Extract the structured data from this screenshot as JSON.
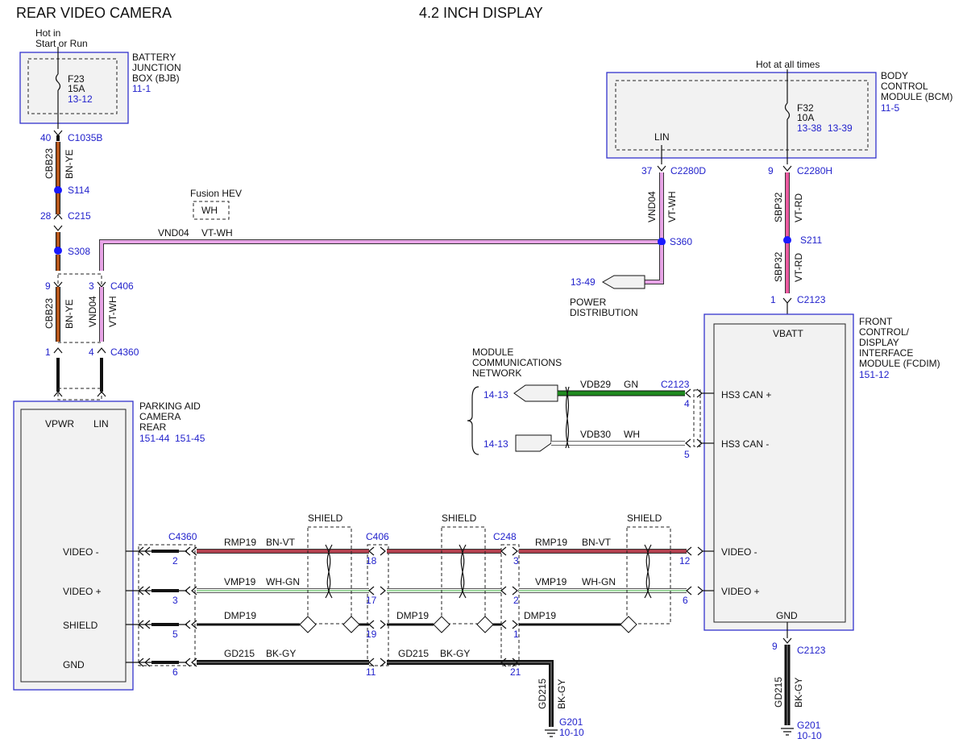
{
  "titles": {
    "left": "REAR VIDEO CAMERA",
    "center": "4.2 INCH DISPLAY"
  },
  "colors": {
    "bn_ye": "#b8581c",
    "vt_wh": "#e7a4e6",
    "vt_rd": "#ea5aa0",
    "bn_vt": "#b3414f",
    "wh_gn": "#7cc77c",
    "gn": "#1f8a1f",
    "box_border": "#3333cc",
    "ref_blue": "#2222cc"
  },
  "bjb": {
    "hot_label_1": "Hot in",
    "hot_label_2": "Start or Run",
    "name": [
      "BATTERY",
      "JUNCTION",
      "BOX (BJB)"
    ],
    "ref": "11-1",
    "fuse_id": "F23",
    "fuse_amp": "15A",
    "fuse_ref": "13-12"
  },
  "bcm": {
    "hot_label": "Hot at all times",
    "name": [
      "BODY",
      "CONTROL",
      "MODULE (BCM)"
    ],
    "ref": "11-5",
    "fuse_id": "F32",
    "fuse_amp": "10A",
    "fuse_ref1": "13-38",
    "fuse_ref2": "13-39",
    "lin_label": "LIN"
  },
  "connectors": {
    "c1035b": {
      "pin": "40",
      "name": "C1035B"
    },
    "c215": {
      "pin": "28",
      "name": "C215"
    },
    "c406_top": {
      "pin_left": "9",
      "pin_right": "3",
      "name": "C406"
    },
    "c4360_top": {
      "pin_left": "1",
      "pin_right": "4",
      "name": "C4360"
    },
    "c2280d": {
      "pin": "37",
      "name": "C2280D"
    },
    "c2280h": {
      "pin": "9",
      "name": "C2280H"
    },
    "c2123_top": {
      "pin": "1",
      "name": "C2123"
    },
    "c2123_can": {
      "name": "C2123",
      "pin_hi": "4",
      "pin_lo": "5"
    },
    "c2123_gnd": {
      "pin": "9",
      "name": "C2123"
    },
    "c4360_bot": {
      "name": "C4360",
      "pins": [
        "2",
        "3",
        "5",
        "6"
      ]
    },
    "c406_bot": {
      "name": "C406",
      "pins": [
        "18",
        "17",
        "19",
        "11"
      ]
    },
    "c248": {
      "name": "C248",
      "pins": [
        "3",
        "2",
        "1",
        "21"
      ]
    },
    "fcdim_video": {
      "pins": [
        "12",
        "6"
      ]
    }
  },
  "splices": {
    "s114": "S114",
    "s308": "S308",
    "s360": "S360",
    "s211": "S211"
  },
  "wires": {
    "cbb23": {
      "circuit": "CBB23",
      "color": "BN-YE"
    },
    "vnd04": {
      "circuit": "VND04",
      "color": "VT-WH"
    },
    "sbp32": {
      "circuit": "SBP32",
      "color": "VT-RD"
    },
    "vdb29": {
      "circuit": "VDB29",
      "color": "GN"
    },
    "vdb30": {
      "circuit": "VDB30",
      "color": "WH"
    },
    "rmp19": {
      "circuit": "RMP19",
      "color": "BN-VT"
    },
    "vmp19": {
      "circuit": "VMP19",
      "color": "WH-GN"
    },
    "dmp19": {
      "circuit": "DMP19"
    },
    "gd215": {
      "circuit": "GD215",
      "color": "BK-GY"
    }
  },
  "fusion_hev": {
    "label": "Fusion HEV",
    "wire": "WH"
  },
  "power_distribution": {
    "ref": "13-49",
    "label1": "POWER",
    "label2": "DISTRIBUTION"
  },
  "network": {
    "label": [
      "MODULE",
      "COMMUNICATIONS",
      "NETWORK"
    ],
    "ref_hi": "14-13",
    "ref_lo": "14-13"
  },
  "camera": {
    "name": [
      "PARKING AID",
      "CAMERA",
      "REAR"
    ],
    "ref1": "151-44",
    "ref2": "151-45",
    "pins": {
      "vpwr": "VPWR",
      "lin": "LIN",
      "video_minus": "VIDEO -",
      "video_plus": "VIDEO +",
      "shield": "SHIELD",
      "gnd": "GND"
    }
  },
  "fcdim": {
    "name": [
      "FRONT",
      "CONTROL/",
      "DISPLAY",
      "INTERFACE",
      "MODULE (FCDIM)"
    ],
    "ref": "151-12",
    "pins": {
      "vbatt": "VBATT",
      "hs3_plus": "HS3 CAN +",
      "hs3_minus": "HS3 CAN -",
      "video_minus": "VIDEO -",
      "video_plus": "VIDEO +",
      "gnd": "GND"
    }
  },
  "shield_label": "SHIELD",
  "grounds": {
    "g201_left": {
      "name": "G201",
      "ref": "10-10"
    },
    "g201_right": {
      "name": "G201",
      "ref": "10-10"
    }
  }
}
